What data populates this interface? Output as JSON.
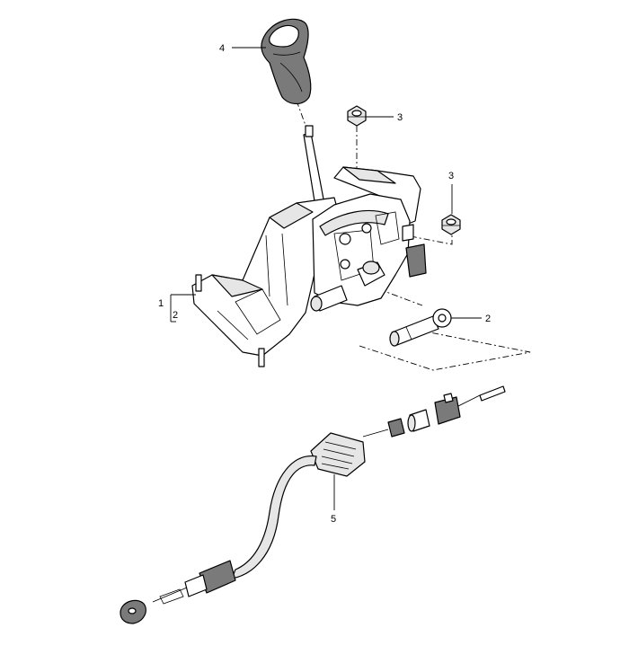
{
  "callouts": {
    "knob": "4",
    "nut_top": "3",
    "nut_right": "3",
    "bracket_a": "1",
    "bracket_b": "2",
    "pin": "2",
    "cable": "5"
  }
}
